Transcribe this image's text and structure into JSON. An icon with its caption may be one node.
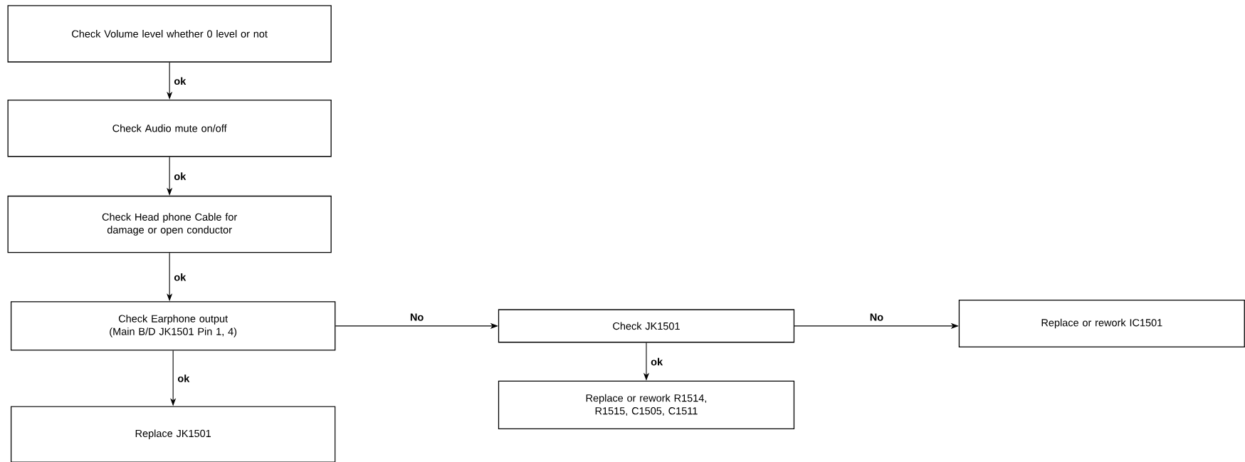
{
  "diagram": {
    "nodes": [
      {
        "text": [
          "Check Volume level whether 0 level or not"
        ]
      },
      {
        "text": [
          "Check Audio mute on/off"
        ]
      },
      {
        "text": [
          "Check Head phone Cable for damage or open conductor"
        ]
      },
      {
        "text": [
          "Check Earphone output (Main B/D JK1501 Pin 1, 4)"
        ]
      },
      {
        "text": [
          "Replace JK1501"
        ]
      },
      {
        "text": [
          "Check JK1501"
        ]
      },
      {
        "text": [
          "Replace or rework R1514, R1515, C1505, C1511"
        ]
      },
      {
        "text": [
          "Replace or rework IC1501"
        ]
      }
    ],
    "edges": [
      {
        "from": 0,
        "to": 1,
        "arrow": "to",
        "label": "ok"
      },
      {
        "from": 1,
        "to": 2,
        "arrow": "to",
        "label": "ok"
      },
      {
        "from": 2,
        "to": 3,
        "arrow": "to",
        "label": "ok"
      },
      {
        "from": 3,
        "to": 4,
        "arrow": "to",
        "label": "ok"
      },
      {
        "from": 3,
        "to": 5,
        "arrow": "to",
        "label": "No"
      },
      {
        "from": 5,
        "to": 7,
        "arrow": "to",
        "label": "No"
      },
      {
        "from": 5,
        "to": 6,
        "arrow": "to",
        "label": "ok"
      }
    ]
  }
}
